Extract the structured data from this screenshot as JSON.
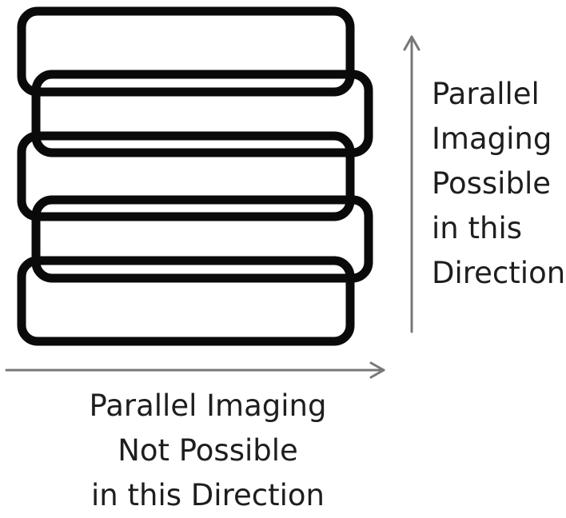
{
  "diagram": {
    "stroke_color": "#0a0a0a",
    "arrow_color": "#777777",
    "text_color": "#1e1e1e",
    "vertical_label": {
      "lines": [
        "Parallel",
        "Imaging",
        "Possible",
        "in this",
        "Direction"
      ]
    },
    "horizontal_label": {
      "lines": [
        "Parallel Imaging",
        "Not Possible",
        "in this Direction"
      ]
    }
  }
}
